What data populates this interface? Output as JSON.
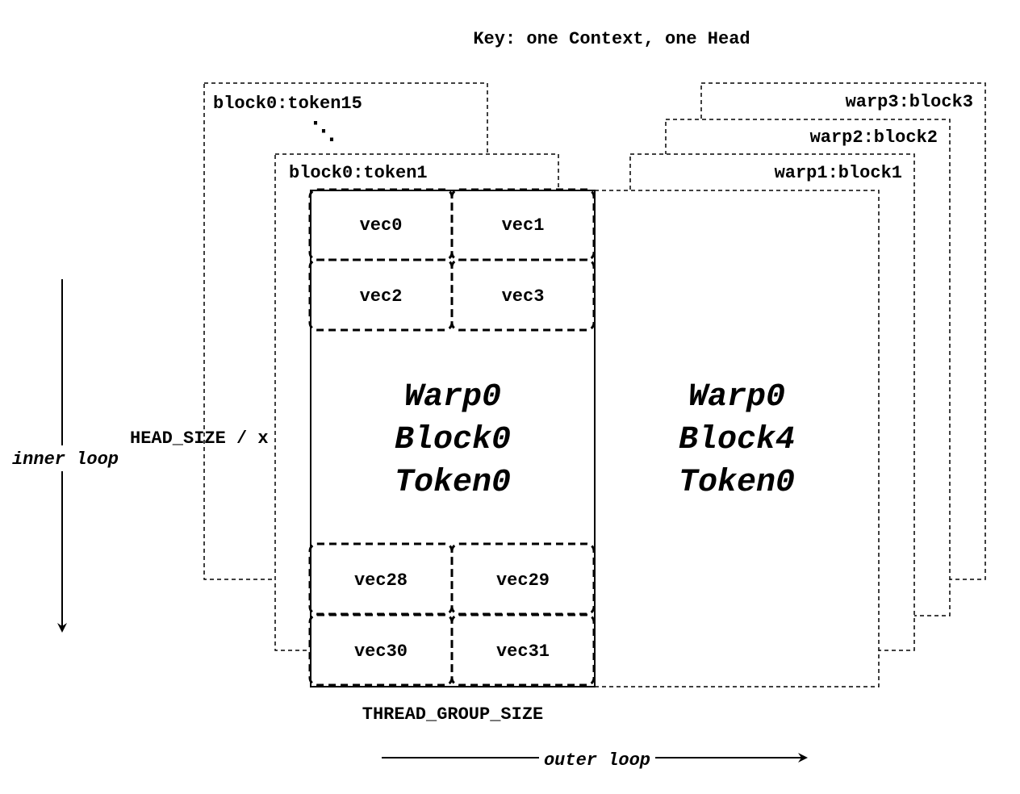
{
  "title": "Key: one Context, one Head",
  "stack_labels": {
    "token15": "block0:token15",
    "token1": "block0:token1",
    "ellipsis": "⋱",
    "warp3": "warp3:block3",
    "warp2": "warp2:block2",
    "warp1": "warp1:block1"
  },
  "left_block": {
    "line1": "Warp0",
    "line2": "Block0",
    "line3": "Token0"
  },
  "right_block": {
    "line1": "Warp0",
    "line2": "Block4",
    "line3": "Token0"
  },
  "vectors": [
    "vec0",
    "vec1",
    "vec2",
    "vec3",
    "vec28",
    "vec29",
    "vec30",
    "vec31"
  ],
  "labels": {
    "head_size": "HEAD_SIZE / x",
    "inner_loop": "inner loop",
    "thread_group": "THREAD_GROUP_SIZE",
    "outer_loop": "outer loop"
  }
}
